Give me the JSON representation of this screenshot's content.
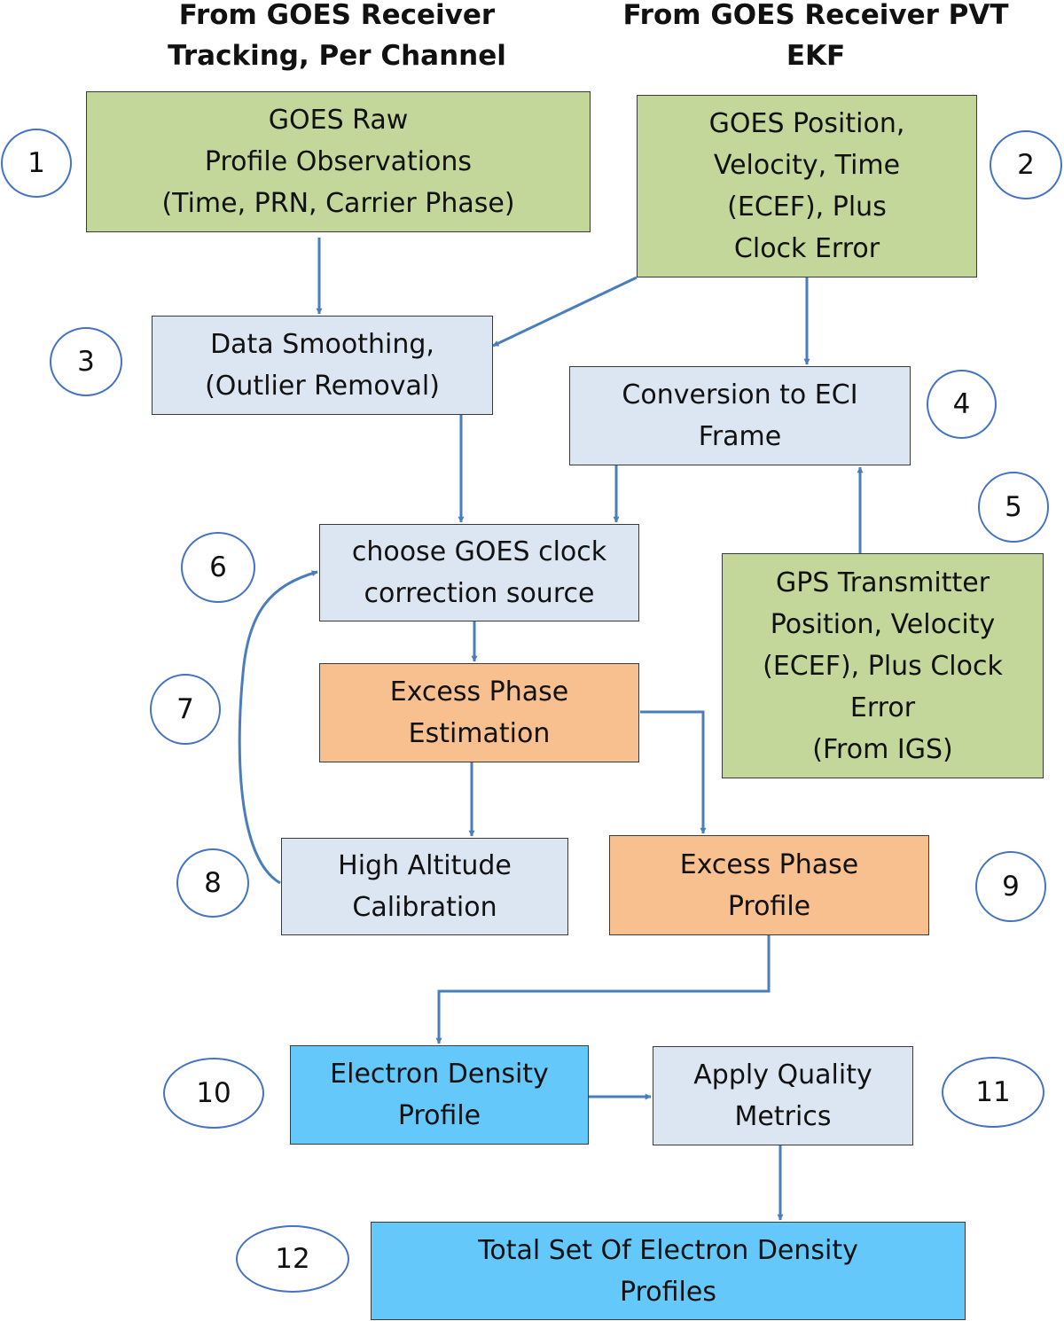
{
  "headers": {
    "left": "From GOES Receiver\nTracking, Per Channel",
    "right": "From GOES Receiver PVT\nEKF"
  },
  "nodes": {
    "raw_obs": "GOES Raw\nProfile Observations\n(Time, PRN, Carrier Phase)",
    "pvt": "GOES Position,\nVelocity, Time\n(ECEF), Plus\nClock Error",
    "smoothing": "Data Smoothing,\n(Outlier Removal)",
    "eci": "Conversion to ECI\nFrame",
    "gps_tx": "GPS Transmitter\nPosition, Velocity\n(ECEF), Plus Clock\nError\n(From IGS)",
    "clock_src": "choose GOES clock\ncorrection source",
    "excess_est": "Excess Phase\nEstimation",
    "high_alt": "High Altitude\nCalibration",
    "excess_prof": "Excess Phase\nProfile",
    "edp": "Electron Density\nProfile",
    "quality": "Apply Quality\nMetrics",
    "total": "Total Set Of Electron Density\nProfiles"
  },
  "step_numbers": {
    "n1": "1",
    "n2": "2",
    "n3": "3",
    "n4": "4",
    "n5": "5",
    "n6": "6",
    "n7": "7",
    "n8": "8",
    "n9": "9",
    "n10": "10",
    "n11": "11",
    "n12": "12"
  },
  "colors": {
    "source_box": "#c4d79b",
    "process_box": "#dce6f2",
    "phase_box": "#f8bf8f",
    "output_box": "#64c8fb",
    "arrow": "#4a7ebb"
  }
}
